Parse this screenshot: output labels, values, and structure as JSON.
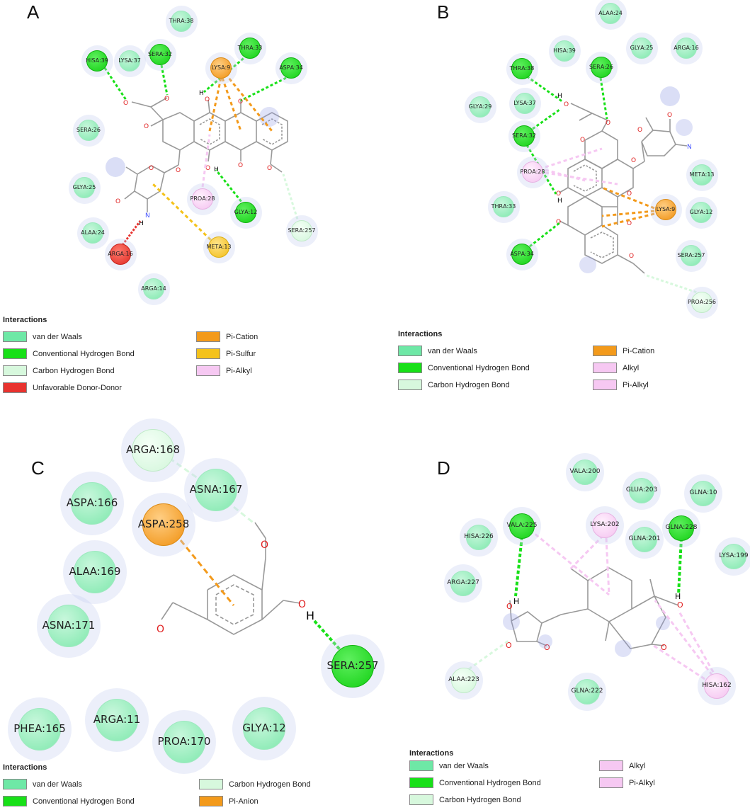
{
  "colors": {
    "vdw": "#6ee8a6",
    "conv_hbond": "#18e018",
    "carbon_hbond": "#d7f8dd",
    "unfav": "#e8332f",
    "pi_cation": "#f39a1b",
    "pi_sulfur": "#f4c21a",
    "pi_alkyl": "#f6c8f2",
    "alkyl": "#f6c8f2",
    "pi_anion": "#f39a1b"
  },
  "panels": {
    "A": {
      "letter": "A",
      "residues": [
        {
          "id": "thr38",
          "name": "THR",
          "num": "A:38",
          "type": "vdw"
        },
        {
          "id": "lys37",
          "name": "LYS",
          "num": "A:37",
          "type": "vdw"
        },
        {
          "id": "his39",
          "name": "HIS",
          "num": "A:39",
          "type": "conv_hbond"
        },
        {
          "id": "ser32",
          "name": "SER",
          "num": "A:32",
          "type": "conv_hbond"
        },
        {
          "id": "thr33",
          "name": "THR",
          "num": "A:33",
          "type": "conv_hbond"
        },
        {
          "id": "lys9",
          "name": "LYS",
          "num": "A:9",
          "type": "pi_cation"
        },
        {
          "id": "asp34",
          "name": "ASP",
          "num": "A:34",
          "type": "conv_hbond"
        },
        {
          "id": "ser26",
          "name": "SER",
          "num": "A:26",
          "type": "vdw"
        },
        {
          "id": "gly25",
          "name": "GLY",
          "num": "A:25",
          "type": "vdw"
        },
        {
          "id": "ala24",
          "name": "ALA",
          "num": "A:24",
          "type": "vdw"
        },
        {
          "id": "arg16",
          "name": "ARG",
          "num": "A:16",
          "type": "unfav"
        },
        {
          "id": "arg14",
          "name": "ARG",
          "num": "A:14",
          "type": "vdw"
        },
        {
          "id": "pro28",
          "name": "PRO",
          "num": "A:28",
          "type": "pi_alkyl"
        },
        {
          "id": "gly12",
          "name": "GLY",
          "num": "A:12",
          "type": "conv_hbond"
        },
        {
          "id": "met13",
          "name": "MET",
          "num": "A:13",
          "type": "pi_sulfur"
        },
        {
          "id": "ser257",
          "name": "SER",
          "num": "A:257",
          "type": "carbon_hbond"
        }
      ],
      "legend": {
        "title": "Interactions",
        "items": [
          {
            "label": "van der Waals",
            "type": "vdw"
          },
          {
            "label": "Conventional Hydrogen Bond",
            "type": "conv_hbond"
          },
          {
            "label": "Carbon Hydrogen Bond",
            "type": "carbon_hbond"
          },
          {
            "label": "Unfavorable Donor-Donor",
            "type": "unfav"
          },
          {
            "label": "Pi-Cation",
            "type": "pi_cation"
          },
          {
            "label": "Pi-Sulfur",
            "type": "pi_sulfur"
          },
          {
            "label": "Pi-Alkyl",
            "type": "pi_alkyl"
          }
        ]
      }
    },
    "B": {
      "letter": "B",
      "residues": [
        {
          "id": "ala24",
          "name": "ALA",
          "num": "A:24",
          "type": "vdw"
        },
        {
          "id": "his39",
          "name": "HIS",
          "num": "A:39",
          "type": "vdw"
        },
        {
          "id": "gly25",
          "name": "GLY",
          "num": "A:25",
          "type": "vdw"
        },
        {
          "id": "arg16",
          "name": "ARG",
          "num": "A:16",
          "type": "vdw"
        },
        {
          "id": "thr38",
          "name": "THR",
          "num": "A:38",
          "type": "conv_hbond"
        },
        {
          "id": "ser26",
          "name": "SER",
          "num": "A:26",
          "type": "conv_hbond"
        },
        {
          "id": "gly29",
          "name": "GLY",
          "num": "A:29",
          "type": "vdw"
        },
        {
          "id": "lys37",
          "name": "LYS",
          "num": "A:37",
          "type": "vdw"
        },
        {
          "id": "ser32",
          "name": "SER",
          "num": "A:32",
          "type": "conv_hbond"
        },
        {
          "id": "pro28",
          "name": "PRO",
          "num": "A:28",
          "type": "alkyl"
        },
        {
          "id": "met13",
          "name": "MET",
          "num": "A:13",
          "type": "vdw"
        },
        {
          "id": "thr33",
          "name": "THR",
          "num": "A:33",
          "type": "vdw"
        },
        {
          "id": "lys9",
          "name": "LYS",
          "num": "A:9",
          "type": "pi_cation"
        },
        {
          "id": "gly12",
          "name": "GLY",
          "num": "A:12",
          "type": "vdw"
        },
        {
          "id": "asp34",
          "name": "ASP",
          "num": "A:34",
          "type": "conv_hbond"
        },
        {
          "id": "ser257",
          "name": "SER",
          "num": "A:257",
          "type": "vdw"
        },
        {
          "id": "pro256",
          "name": "PRO",
          "num": "A:256",
          "type": "carbon_hbond"
        }
      ],
      "legend": {
        "title": "Interactions",
        "items": [
          {
            "label": "van der Waals",
            "type": "vdw"
          },
          {
            "label": "Conventional Hydrogen Bond",
            "type": "conv_hbond"
          },
          {
            "label": "Carbon Hydrogen Bond",
            "type": "carbon_hbond"
          },
          {
            "label": "Pi-Cation",
            "type": "pi_cation"
          },
          {
            "label": "Alkyl",
            "type": "alkyl"
          },
          {
            "label": "Pi-Alkyl",
            "type": "pi_alkyl"
          }
        ]
      }
    },
    "C": {
      "letter": "C",
      "residues": [
        {
          "id": "arg168",
          "name": "ARG",
          "num": "A:168",
          "type": "carbon_hbond"
        },
        {
          "id": "asp166",
          "name": "ASP",
          "num": "A:166",
          "type": "vdw"
        },
        {
          "id": "asn167",
          "name": "ASN",
          "num": "A:167",
          "type": "vdw"
        },
        {
          "id": "asp258",
          "name": "ASP",
          "num": "A:258",
          "type": "pi_anion"
        },
        {
          "id": "ala169",
          "name": "ALA",
          "num": "A:169",
          "type": "vdw"
        },
        {
          "id": "asn171",
          "name": "ASN",
          "num": "A:171",
          "type": "vdw"
        },
        {
          "id": "ser257",
          "name": "SER",
          "num": "A:257",
          "type": "conv_hbond"
        },
        {
          "id": "phe165",
          "name": "PHE",
          "num": "A:165",
          "type": "vdw"
        },
        {
          "id": "arg11",
          "name": "ARG",
          "num": "A:11",
          "type": "vdw"
        },
        {
          "id": "pro170",
          "name": "PRO",
          "num": "A:170",
          "type": "vdw"
        },
        {
          "id": "gly12",
          "name": "GLY",
          "num": "A:12",
          "type": "vdw"
        }
      ],
      "legend": {
        "title": "Interactions",
        "items": [
          {
            "label": "van der Waals",
            "type": "vdw"
          },
          {
            "label": "Conventional Hydrogen Bond",
            "type": "conv_hbond"
          },
          {
            "label": "Carbon Hydrogen Bond",
            "type": "carbon_hbond"
          },
          {
            "label": "Pi-Anion",
            "type": "pi_anion"
          }
        ]
      }
    },
    "D": {
      "letter": "D",
      "residues": [
        {
          "id": "val200",
          "name": "VAL",
          "num": "A:200",
          "type": "vdw"
        },
        {
          "id": "glu203",
          "name": "GLU",
          "num": "A:203",
          "type": "vdw"
        },
        {
          "id": "gln10",
          "name": "GLN",
          "num": "A:10",
          "type": "vdw"
        },
        {
          "id": "val225",
          "name": "VAL",
          "num": "A:225",
          "type": "conv_hbond"
        },
        {
          "id": "lys202",
          "name": "LYS",
          "num": "A:202",
          "type": "alkyl"
        },
        {
          "id": "gln228",
          "name": "GLN",
          "num": "A:228",
          "type": "conv_hbond"
        },
        {
          "id": "his226",
          "name": "HIS",
          "num": "A:226",
          "type": "vdw"
        },
        {
          "id": "gln201",
          "name": "GLN",
          "num": "A:201",
          "type": "vdw"
        },
        {
          "id": "lys199",
          "name": "LYS",
          "num": "A:199",
          "type": "vdw"
        },
        {
          "id": "arg227",
          "name": "ARG",
          "num": "A:227",
          "type": "vdw"
        },
        {
          "id": "ala223",
          "name": "ALA",
          "num": "A:223",
          "type": "carbon_hbond"
        },
        {
          "id": "gln222",
          "name": "GLN",
          "num": "A:222",
          "type": "vdw"
        },
        {
          "id": "his162",
          "name": "HIS",
          "num": "A:162",
          "type": "pi_alkyl"
        }
      ],
      "legend": {
        "title": "Interactions",
        "items": [
          {
            "label": "van der Waals",
            "type": "vdw"
          },
          {
            "label": "Conventional Hydrogen Bond",
            "type": "conv_hbond"
          },
          {
            "label": "Carbon Hydrogen Bond",
            "type": "carbon_hbond"
          },
          {
            "label": "Alkyl",
            "type": "alkyl"
          },
          {
            "label": "Pi-Alkyl",
            "type": "pi_alkyl"
          }
        ]
      }
    }
  },
  "atoms": {
    "O": "O",
    "H": "H",
    "N": "N"
  }
}
